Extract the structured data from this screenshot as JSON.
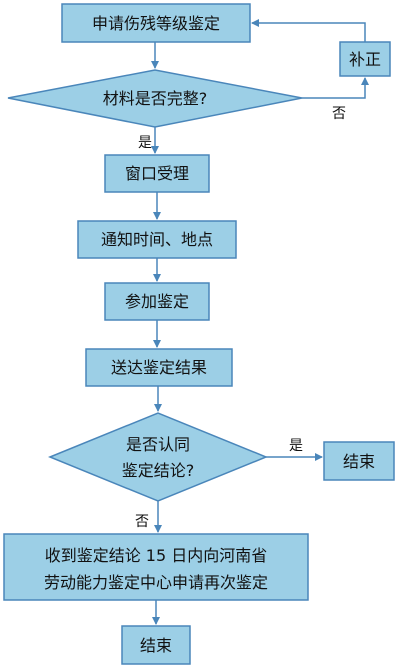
{
  "diagram": {
    "colors": {
      "box_fill": "#9ccfe6",
      "box_stroke": "#4a86ba",
      "arrow": "#4a86ba",
      "text": "#111111",
      "background": "#ffffff"
    },
    "nodes": {
      "apply": "申请伤残等级鉴定",
      "check_materials": "材料是否完整?",
      "supplement": "补正",
      "window_accept": "窗口受理",
      "notify": "通知时间、地点",
      "attend": "参加鉴定",
      "deliver": "送达鉴定结果",
      "agree_line1": "是否认同",
      "agree_line2": "鉴定结论?",
      "end_right": "结束",
      "reapply_line1": "收到鉴定结论 15 日内向河南省",
      "reapply_line2": "劳动能力鉴定中心申请再次鉴定",
      "end_bottom": "结束"
    },
    "edges": {
      "materials_no": "否",
      "materials_yes": "是",
      "agree_yes": "是",
      "agree_no": "否"
    }
  }
}
